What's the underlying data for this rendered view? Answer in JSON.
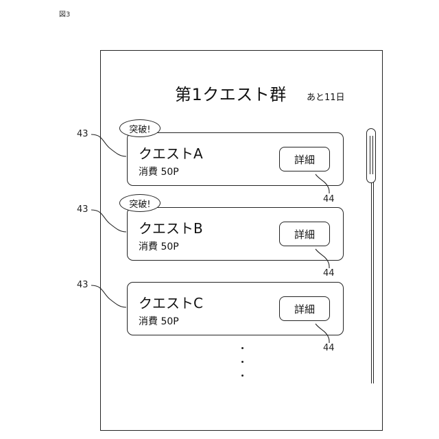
{
  "figure_label": "図3",
  "screen": {
    "title": "第1クエスト群",
    "days_left": "あと11日",
    "quests": [
      {
        "name": "クエストA",
        "cost": "消費 50P",
        "badge": "突破!",
        "detail_label": "詳細"
      },
      {
        "name": "クエストB",
        "cost": "消費 50P",
        "badge": "突破!",
        "detail_label": "詳細"
      },
      {
        "name": "クエストC",
        "cost": "消費 50P",
        "badge": "",
        "detail_label": "詳細"
      }
    ]
  },
  "reference_numerals": {
    "card": "43",
    "detail_button": "44"
  }
}
